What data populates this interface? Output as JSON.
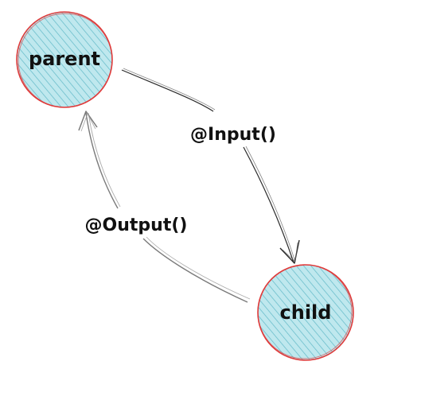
{
  "nodes": {
    "parent": {
      "label": "parent"
    },
    "child": {
      "label": "child"
    }
  },
  "edges": {
    "input": {
      "label": "@Input()"
    },
    "output": {
      "label": "@Output()"
    }
  },
  "colors": {
    "node_fill": "#a8dde4",
    "node_hatch": "#5fb7c4",
    "node_stroke": "#e03b3b",
    "arrow_stroke": "#2a2a2a",
    "arrow_stroke_light": "#8a8a8a",
    "text": "#111111"
  }
}
